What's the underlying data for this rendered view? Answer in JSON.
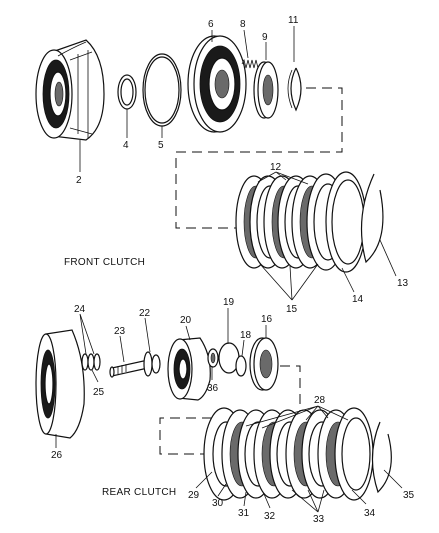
{
  "sections": {
    "front": "FRONT CLUTCH",
    "rear": "REAR CLUTCH"
  },
  "callouts": [
    "2",
    "4",
    "5",
    "6",
    "8",
    "9",
    "11",
    "12",
    "13",
    "14",
    "15",
    "16",
    "18",
    "19",
    "20",
    "22",
    "23",
    "24",
    "25",
    "26",
    "28",
    "29",
    "30",
    "31",
    "32",
    "33",
    "34",
    "35",
    "36"
  ]
}
